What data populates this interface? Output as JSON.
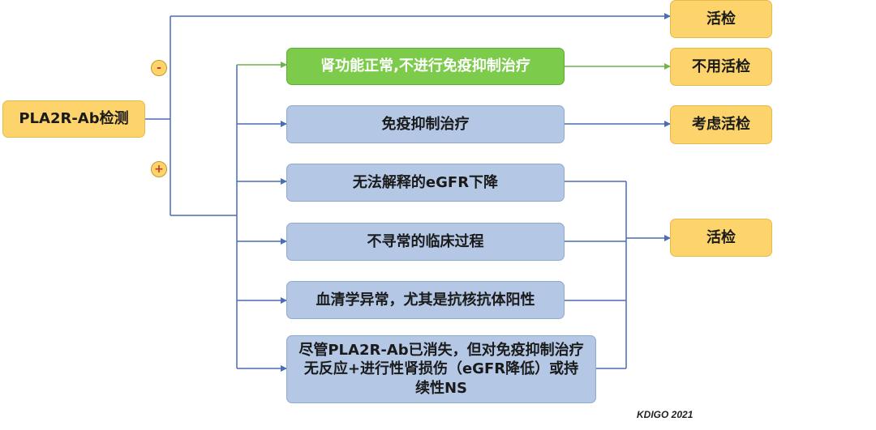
{
  "root": {
    "label": "PLA2R-Ab检测"
  },
  "signs": {
    "negative": "-",
    "positive": "+"
  },
  "conditions": [
    {
      "label": "肾功能正常,不进行免疫抑制治疗"
    },
    {
      "label": "免疫抑制治疗"
    },
    {
      "label": "无法解释的eGFR下降"
    },
    {
      "label": "不寻常的临床过程"
    },
    {
      "label": "血清学异常，尤其是抗核抗体阳性"
    },
    {
      "label": "尽管PLA2R-Ab已消失，但对免疫抑制治疗无反应+进行性肾损伤（eGFR降低）或持续性NS"
    }
  ],
  "outcomes": [
    {
      "label": "活检"
    },
    {
      "label": "不用活检"
    },
    {
      "label": "考虑活检"
    },
    {
      "label": "活检"
    }
  ],
  "source": "KDIGO 2021",
  "colors": {
    "yellow": "#fdd46b",
    "green": "#7dcb4a",
    "blue": "#b4c8e6",
    "line_blue": "#4a6db5",
    "line_green": "#6fb34a"
  }
}
